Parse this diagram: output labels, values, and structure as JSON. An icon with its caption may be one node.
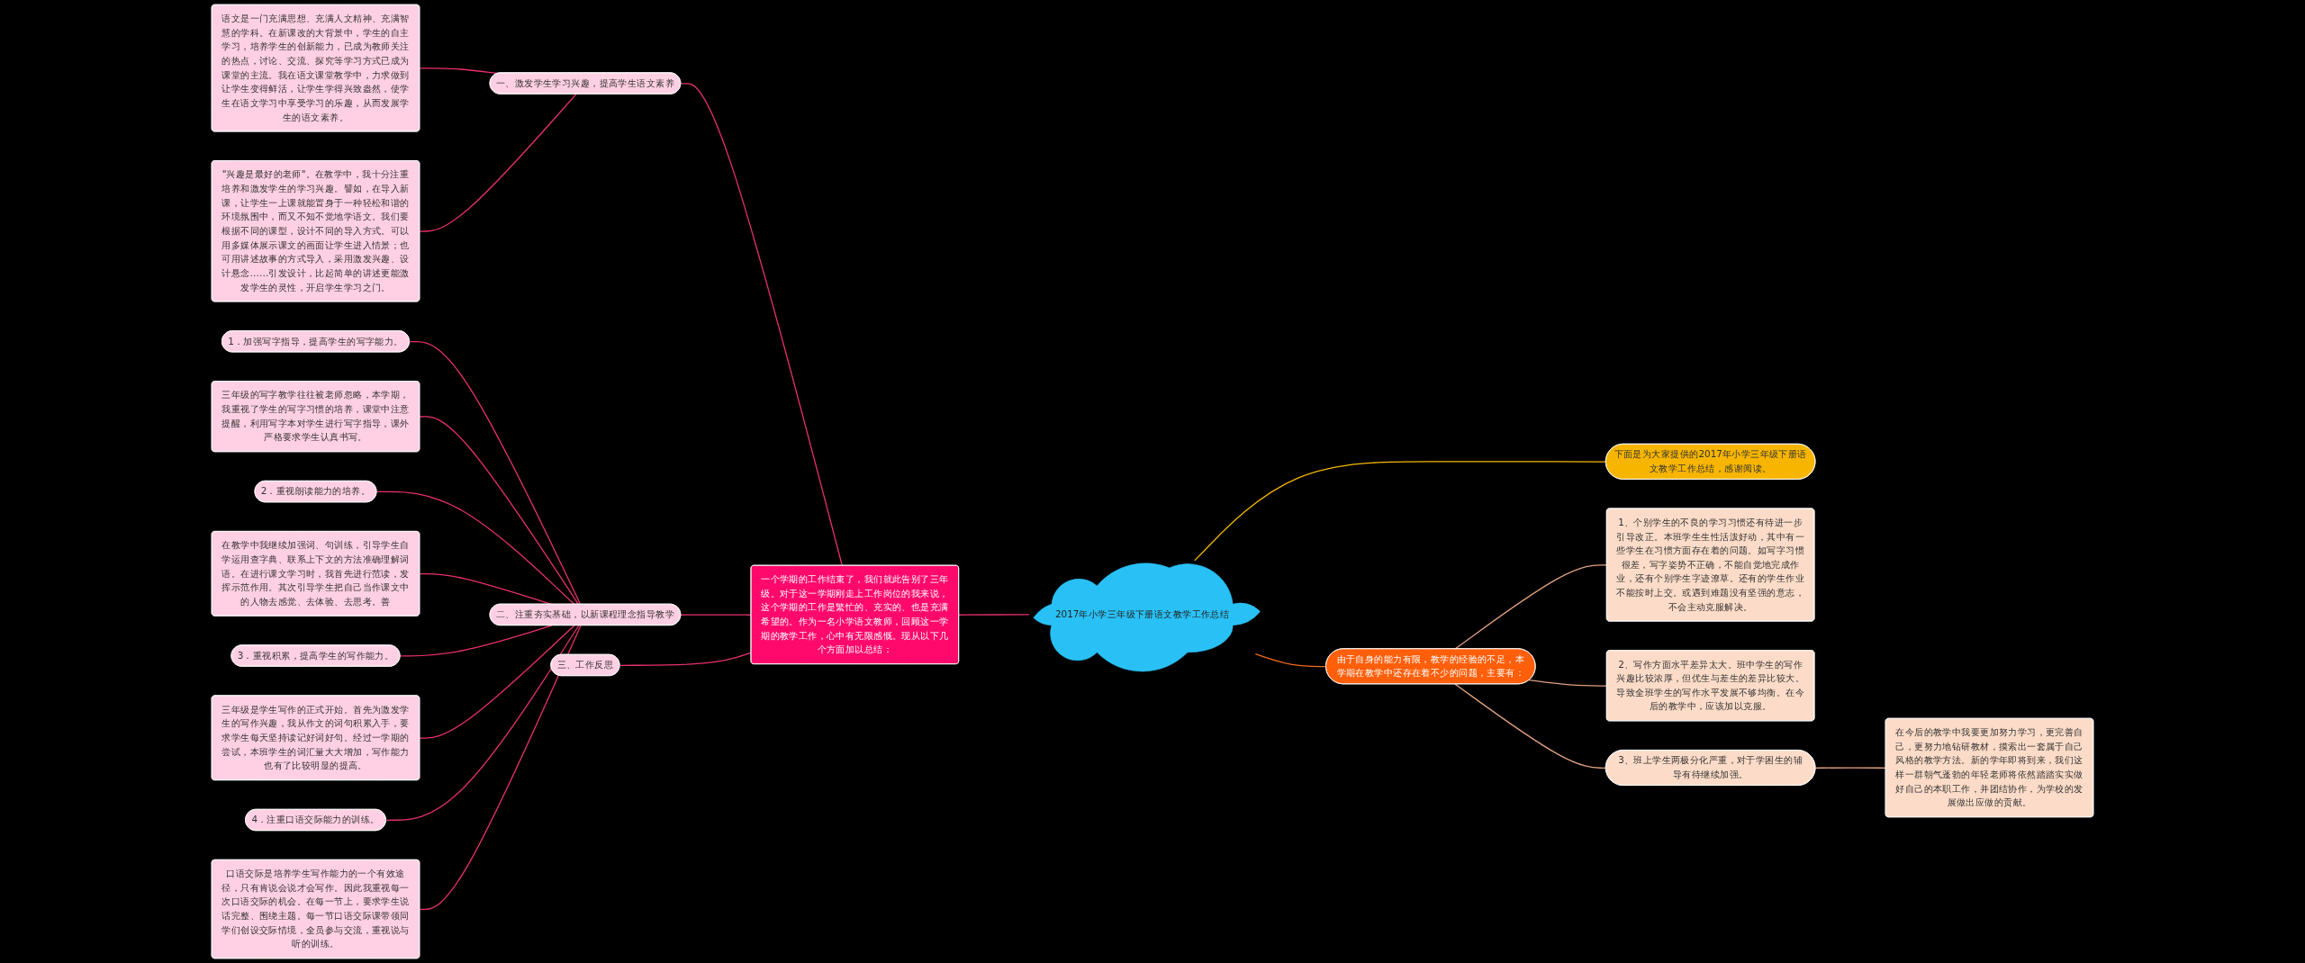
{
  "diagram": {
    "nodes": [
      {
        "text": [
          "2017年小学三年级下册语文教学工作总结"
        ]
      },
      {
        "text": [
          "一个学期的工作结束了，我们就此告别了三年级。对于这一学期刚走上工作岗位的我来说，这个学期的工作是繁忙的、充实的、也是充满希望的。作为一名小学语文教师，回顾这一学期的教学工作，心中有无限感慨。现从以下几个方面加以总结："
        ]
      },
      {
        "text": [
          "一、激发学生学习兴趣，提高学生语文素养"
        ]
      },
      {
        "text": [
          "语文是一门充满思想、充满人文精神、充满智慧的学科。在新课改的大背景中，学生的自主学习，培养学生的创新能力，已成为教师关注的热点，讨论、交流、探究等学习方式已成为课堂的主流。我在语文课堂教学中，力求做到让学生变得鲜活，让学生学得兴致盎然，使学生在语文学习中享受学习的乐趣，从而发展学生的语文素养。"
        ]
      },
      {
        "text": [
          "\"兴趣是最好的老师\"。在教学中，我十分注重培养和激发学生的学习兴趣。譬如，在导入新课，让学生一上课就能置身于一种轻松和谐的环境氛围中，而又不知不觉地学语文。我们要根据不同的课型，设计不同的导入方式。可以用多媒体展示课文的画面让学生进入情景；也可用讲述故事的方式导入，采用激发兴趣、设计悬念……引发设计，比起简单的讲述更能激发学生的灵性，开启学生学习之门。"
        ]
      },
      {
        "text": [
          "二、注重夯实基础，以新课程理念指导教学"
        ]
      },
      {
        "text": [
          "1．加强写字指导，提高学生的写字能力。"
        ]
      },
      {
        "text": [
          "三年级的写字教学往往被老师忽略，本学期，我重视了学生的写字习惯的培养，课堂中注意提醒，利用写字本对学生进行写字指导，课外严格要求学生认真书写。"
        ]
      },
      {
        "text": [
          "2．重视朗读能力的培养。"
        ]
      },
      {
        "text": [
          "在教学中我继续加强词、句训练，引导学生自学运用查字典、联系上下文的方法准确理解词语。在进行课文学习时，我首先进行范读，发挥示范作用。其次引导学生把自己当作课文中的人物去感觉、去体验、去思考。善"
        ]
      },
      {
        "text": [
          "3．重视积累，提高学生的写作能力。"
        ]
      },
      {
        "text": [
          "三年级是学生写作的正式开始。首先为激发学生的写作兴趣，我从作文的词句积累入手，要求学生每天坚持读记好词好句。经过一学期的尝试，本班学生的词汇量大大增加，写作能力也有了比较明显的提高。"
        ]
      },
      {
        "text": [
          "4．注重口语交际能力的训练。"
        ]
      },
      {
        "text": [
          "口语交际是培养学生写作能力的一个有效途径，只有肯说会说才会写作。因此我重视每一次口语交际的机会。在每一节上，要求学生说话完整、围绕主题。每一节口语交际课带领同学们创设交际情境，全员参与交流，重视说与听的训练。"
        ]
      },
      {
        "text": [
          "三、工作反思"
        ]
      },
      {
        "text": [
          "下面是为大家提供的2017年小学三年级下册语文教学工作总结，感谢阅读。"
        ]
      },
      {
        "text": [
          "由于自身的能力有限，教学的经验的不足，本学期在教学中还存在着不少的问题，主要有："
        ]
      },
      {
        "text": [
          "1、个别学生的不良的学习习惯还有待进一步引导改正。本班学生生性活泼好动，其中有一些学生在习惯方面存在着的问题。如写字习惯很差，写字姿势不正确，不能自觉地完成作业，还有个别学生字迹潦草。还有的学生作业不能按时上交。或遇到难题没有坚强的意志，不会主动克服解决。"
        ]
      },
      {
        "text": [
          "2、写作方面水平差异太大。班中学生的写作兴趣比较浓厚，但优生与差生的差异比较大。导致全班学生的写作水平发展不够均衡。在今后的教学中，应该加以克服。"
        ]
      },
      {
        "text": [
          "3、班上学生两极分化严重，对于学困生的辅导有待继续加强。"
        ]
      },
      {
        "text": [
          "在今后的教学中我要更加努力学习，更完善自己，更努力地钻研教材，摸索出一套属于自己风格的教学方法。新的学年即将到来，我们这样一群朝气蓬勃的年轻老师将依然踏踏实实做好自己的本职工作，并团结协作，为学校的发展做出应做的贡献。"
        ]
      }
    ],
    "edges": [
      {
        "from": 1,
        "to": 0,
        "arrow": "none"
      },
      {
        "from": 2,
        "to": 1,
        "arrow": "none"
      },
      {
        "from": 3,
        "to": 2,
        "arrow": "none"
      },
      {
        "from": 4,
        "to": 2,
        "arrow": "none"
      },
      {
        "from": 5,
        "to": 1,
        "arrow": "none"
      },
      {
        "from": 6,
        "to": 5,
        "arrow": "none"
      },
      {
        "from": 7,
        "to": 5,
        "arrow": "none"
      },
      {
        "from": 8,
        "to": 5,
        "arrow": "none"
      },
      {
        "from": 9,
        "to": 5,
        "arrow": "none"
      },
      {
        "from": 10,
        "to": 5,
        "arrow": "none"
      },
      {
        "from": 11,
        "to": 5,
        "arrow": "none"
      },
      {
        "from": 12,
        "to": 5,
        "arrow": "none"
      },
      {
        "from": 13,
        "to": 5,
        "arrow": "none"
      },
      {
        "from": 14,
        "to": 1,
        "arrow": "none"
      },
      {
        "from": 0,
        "to": 15,
        "arrow": "none",
        "color": "#f5b800"
      },
      {
        "from": 0,
        "to": 16,
        "arrow": "none",
        "color": "#f26a1b"
      },
      {
        "from": 16,
        "to": 17,
        "arrow": "none",
        "color": "#e0a080"
      },
      {
        "from": 16,
        "to": 18,
        "arrow": "none",
        "color": "#e0a080"
      },
      {
        "from": 16,
        "to": 19,
        "arrow": "none",
        "color": "#e0a080"
      },
      {
        "from": 19,
        "to": 20,
        "arrow": "none",
        "color": "#e0a080"
      }
    ]
  }
}
